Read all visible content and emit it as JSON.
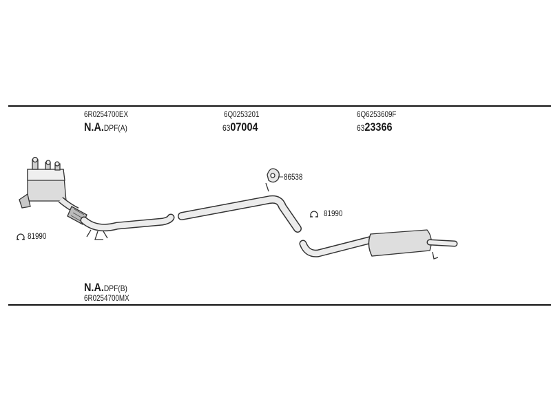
{
  "top_parts": [
    {
      "code": "6R0254700EX",
      "designation_bold": "N.A.",
      "designation_suffix": "DPF(A)"
    },
    {
      "code": "6Q0253201",
      "number_prefix": "63",
      "number_bold": "07004"
    },
    {
      "code": "6Q6253609F",
      "number_prefix": "63",
      "number_bold": "23366"
    }
  ],
  "bottom_part": {
    "designation_bold": "N.A.",
    "designation_suffix": "DPF(B)",
    "code": "6R0254700MX"
  },
  "callouts": {
    "gasket": "86538",
    "clamp_middle": "81990",
    "clamp_left": "81990"
  },
  "colors": {
    "line": "#111111",
    "part_fill": "#e8e8e8",
    "part_stroke": "#333333"
  }
}
